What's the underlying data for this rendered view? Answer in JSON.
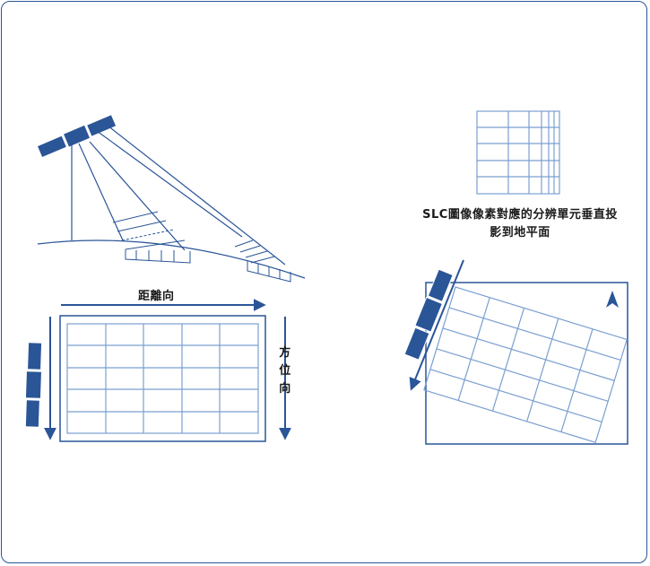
{
  "labels": {
    "range_direction": "距離向",
    "azimuth_direction": "方位向",
    "caption": "SLC圖像像素對應的分辨單元垂直投影到地平面"
  },
  "colors": {
    "line": "#2a5597",
    "grid": "#7a9fd0",
    "frame": "#2a5597"
  },
  "icons": {
    "satellite": "satellite-icon",
    "arrow": "arrow-icon"
  }
}
